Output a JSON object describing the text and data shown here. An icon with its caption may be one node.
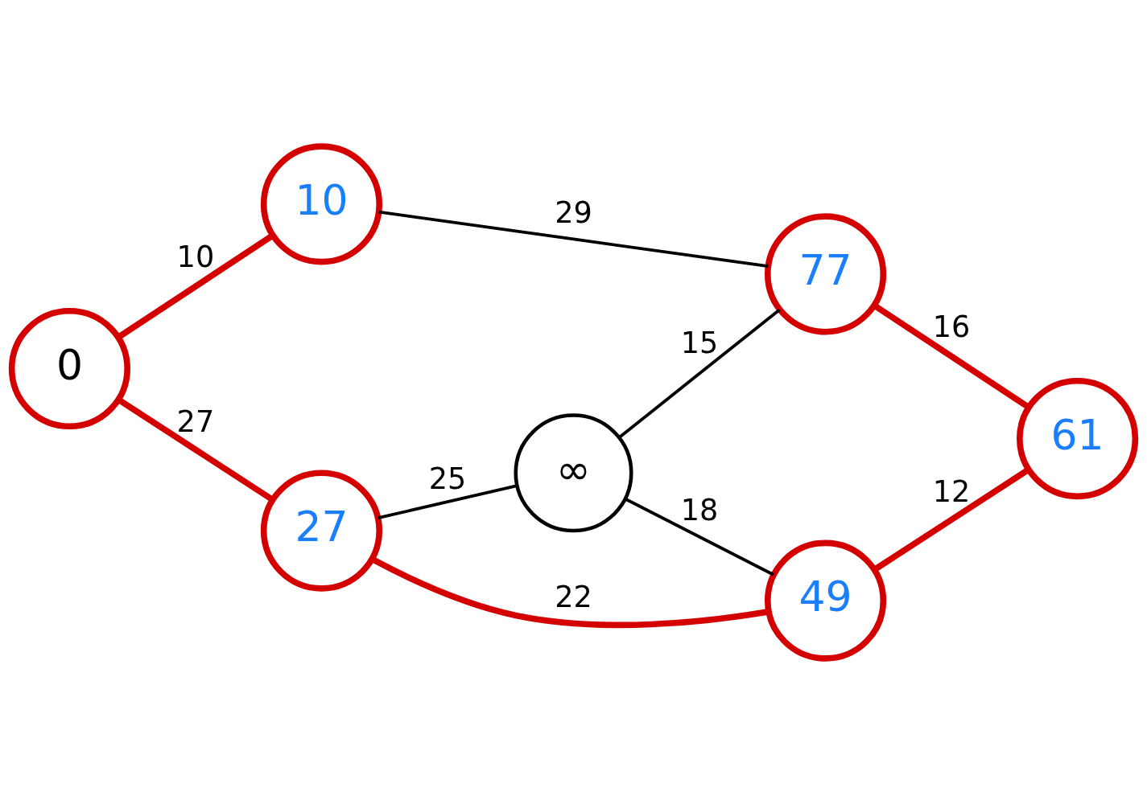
{
  "diagram": {
    "nodes": [
      {
        "text": [
          "10"
        ]
      },
      {
        "text": [
          "77"
        ]
      },
      {
        "text": [
          "0"
        ]
      },
      {
        "text": [
          "∞"
        ]
      },
      {
        "text": [
          "61"
        ]
      },
      {
        "text": [
          "27"
        ]
      },
      {
        "text": [
          "49"
        ]
      }
    ],
    "edges": [
      {
        "from": 0,
        "to": 1,
        "arrow": "none",
        "label": "29",
        "color": "#000000"
      },
      {
        "from": 2,
        "to": 0,
        "arrow": "none",
        "label": "10"
      },
      {
        "from": 3,
        "to": 1,
        "arrow": "none",
        "label": "15",
        "color": "#000000"
      },
      {
        "from": 1,
        "to": 4,
        "arrow": "none",
        "label": "16"
      },
      {
        "from": 2,
        "to": 5,
        "arrow": "none",
        "label": "27"
      },
      {
        "from": 5,
        "to": 3,
        "arrow": "none",
        "label": "25",
        "color": "#000000"
      },
      {
        "from": 3,
        "to": 6,
        "arrow": "none",
        "label": "18",
        "color": "#000000"
      },
      {
        "from": 5,
        "to": 6,
        "arrow": "none",
        "label": "22"
      },
      {
        "from": 6,
        "to": 4,
        "arrow": "none",
        "label": "12"
      }
    ]
  }
}
